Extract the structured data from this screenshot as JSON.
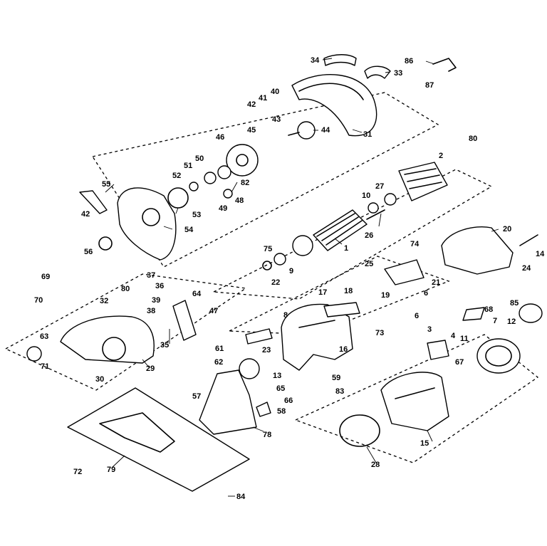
{
  "callouts": [
    {
      "id": "c34",
      "text": "34"
    },
    {
      "id": "c33",
      "text": "33"
    },
    {
      "id": "c86",
      "text": "86"
    },
    {
      "id": "c87",
      "text": "87"
    },
    {
      "id": "c40",
      "text": "40"
    },
    {
      "id": "c41",
      "text": "41"
    },
    {
      "id": "c42a",
      "text": "42"
    },
    {
      "id": "c43",
      "text": "43"
    },
    {
      "id": "c45",
      "text": "45"
    },
    {
      "id": "c44",
      "text": "44"
    },
    {
      "id": "c31",
      "text": "31"
    },
    {
      "id": "c46",
      "text": "46"
    },
    {
      "id": "c51",
      "text": "51"
    },
    {
      "id": "c50",
      "text": "50"
    },
    {
      "id": "c52",
      "text": "52"
    },
    {
      "id": "c82",
      "text": "82"
    },
    {
      "id": "c48",
      "text": "48"
    },
    {
      "id": "c49",
      "text": "49"
    },
    {
      "id": "c53",
      "text": "53"
    },
    {
      "id": "c55",
      "text": "55"
    },
    {
      "id": "c42b",
      "text": "42"
    },
    {
      "id": "c54",
      "text": "54"
    },
    {
      "id": "c56",
      "text": "56"
    },
    {
      "id": "c80a",
      "text": "80"
    },
    {
      "id": "c2",
      "text": "2"
    },
    {
      "id": "c10",
      "text": "10"
    },
    {
      "id": "c27",
      "text": "27"
    },
    {
      "id": "c26",
      "text": "26"
    },
    {
      "id": "c75",
      "text": "75"
    },
    {
      "id": "c1",
      "text": "1"
    },
    {
      "id": "c9",
      "text": "9"
    },
    {
      "id": "c22",
      "text": "22"
    },
    {
      "id": "c20",
      "text": "20"
    },
    {
      "id": "c14",
      "text": "14"
    },
    {
      "id": "c24",
      "text": "24"
    },
    {
      "id": "c74",
      "text": "74"
    },
    {
      "id": "c25",
      "text": "25"
    },
    {
      "id": "c21",
      "text": "21"
    },
    {
      "id": "c6a",
      "text": "6"
    },
    {
      "id": "c19",
      "text": "19"
    },
    {
      "id": "c18",
      "text": "18"
    },
    {
      "id": "c17",
      "text": "17"
    },
    {
      "id": "c69",
      "text": "69"
    },
    {
      "id": "c37",
      "text": "37"
    },
    {
      "id": "c36",
      "text": "36"
    },
    {
      "id": "c80b",
      "text": "80"
    },
    {
      "id": "c70",
      "text": "70"
    },
    {
      "id": "c32",
      "text": "32"
    },
    {
      "id": "c39",
      "text": "39"
    },
    {
      "id": "c38",
      "text": "38"
    },
    {
      "id": "c64",
      "text": "64"
    },
    {
      "id": "c47",
      "text": "47"
    },
    {
      "id": "c8",
      "text": "8"
    },
    {
      "id": "c73",
      "text": "73"
    },
    {
      "id": "c68",
      "text": "68"
    },
    {
      "id": "c85",
      "text": "85"
    },
    {
      "id": "c6b",
      "text": "6"
    },
    {
      "id": "c3",
      "text": "3"
    },
    {
      "id": "c12",
      "text": "12"
    },
    {
      "id": "c7",
      "text": "7"
    },
    {
      "id": "c4",
      "text": "4"
    },
    {
      "id": "c11",
      "text": "11"
    },
    {
      "id": "c63",
      "text": "63"
    },
    {
      "id": "c35",
      "text": "35"
    },
    {
      "id": "c23",
      "text": "23"
    },
    {
      "id": "c16",
      "text": "16"
    },
    {
      "id": "c71",
      "text": "71"
    },
    {
      "id": "c29",
      "text": "29"
    },
    {
      "id": "c30",
      "text": "30"
    },
    {
      "id": "c61",
      "text": "61"
    },
    {
      "id": "c62",
      "text": "62"
    },
    {
      "id": "c13",
      "text": "13"
    },
    {
      "id": "c59",
      "text": "59"
    },
    {
      "id": "c83",
      "text": "83"
    },
    {
      "id": "c67",
      "text": "67"
    },
    {
      "id": "c57",
      "text": "57"
    },
    {
      "id": "c65",
      "text": "65"
    },
    {
      "id": "c66",
      "text": "66"
    },
    {
      "id": "c58",
      "text": "58"
    },
    {
      "id": "c78",
      "text": "78"
    },
    {
      "id": "c15",
      "text": "15"
    },
    {
      "id": "c28",
      "text": "28"
    },
    {
      "id": "c72",
      "text": "72"
    },
    {
      "id": "c79",
      "text": "79"
    },
    {
      "id": "c84",
      "text": "84"
    }
  ]
}
